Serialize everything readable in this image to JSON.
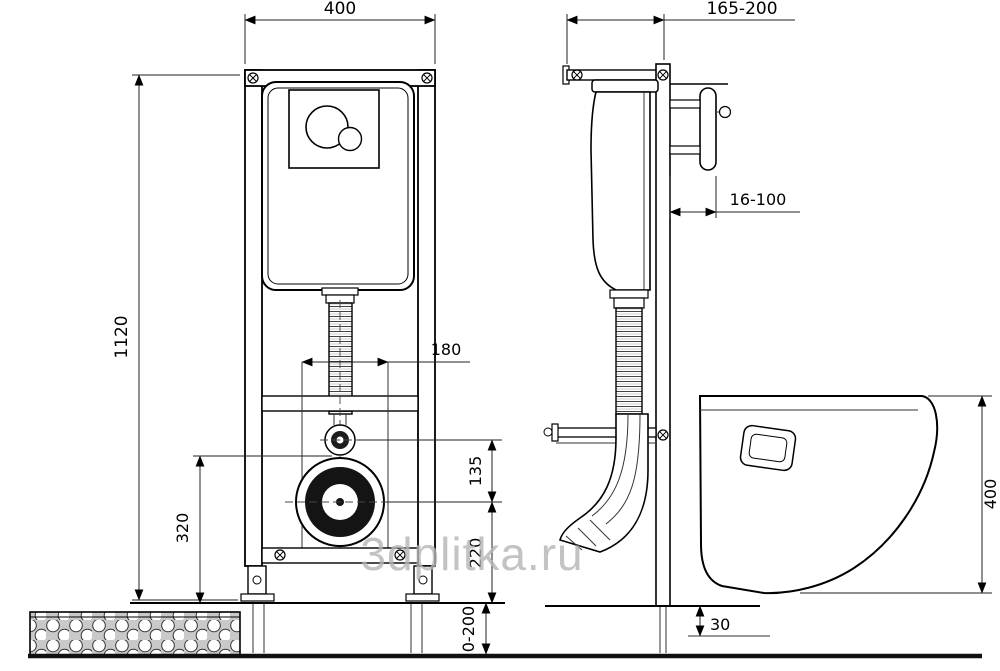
{
  "watermark": "3dplitka.ru",
  "front_view": {
    "frame_width": "400",
    "frame_height": "1120",
    "fixing_spacing": "180",
    "inlet_outlet_offset": "135",
    "supply_height": "320",
    "outlet_height": "220",
    "floor_adjustment": "0-200"
  },
  "side_view": {
    "installation_depth": "165-200",
    "actuator_range": "16-100",
    "bowl_length": "400",
    "floor_gap": "30"
  }
}
